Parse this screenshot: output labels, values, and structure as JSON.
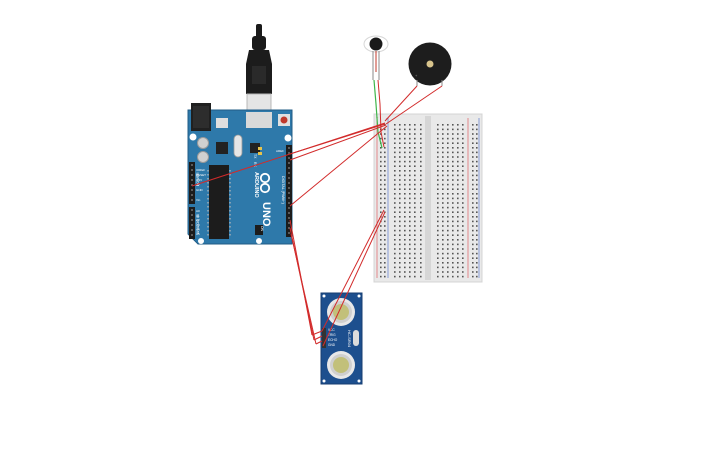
{
  "arduino": {
    "brand": "ARDUINO",
    "model": "UNO",
    "digital_label": "DIGITAL (PWM~)",
    "power_label": "POWER",
    "analog_label": "ANALOG IN",
    "tx_label": "TX",
    "rx_label": "RX",
    "on_label": "ON",
    "aref_label": "AREF",
    "gnd_label": "GND",
    "reset_label": "RESET",
    "ioref_label": "IOREF",
    "v33_label": "3.3V",
    "v5_label": "5V",
    "vin_label": "Vin",
    "analog_pins": [
      "A0",
      "A1",
      "A2",
      "A3",
      "A4",
      "A5"
    ]
  },
  "sensor": {
    "model": "HC-SR04",
    "pins": [
      "VCC",
      "TRIG",
      "ECHO",
      "GND"
    ]
  },
  "breadboard": {
    "rail_plus": "+",
    "rail_minus": "-"
  },
  "colors": {
    "arduino_body": "#2e79aa",
    "wire_red": "#d22b2b",
    "wire_green": "#3fb54a",
    "sensor_body": "#1d4f8e",
    "buzzer_body": "#1d1d1d",
    "breadboard": "#e9e9e9"
  }
}
